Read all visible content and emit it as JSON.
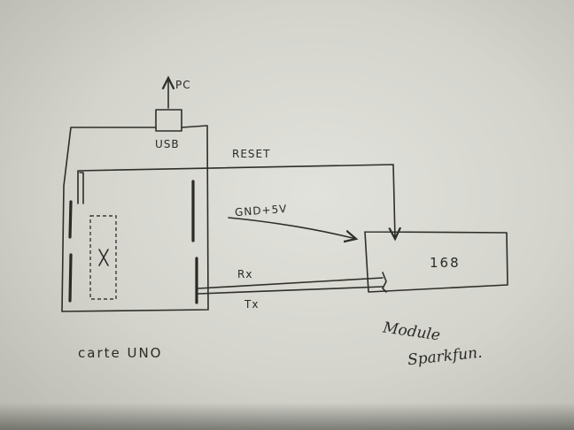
{
  "diagram": {
    "labels": {
      "pc": "PC",
      "usb": "USB",
      "reset": "RESET",
      "power": "GND+5V",
      "rx": "Rx",
      "tx": "Tx",
      "chip": "168",
      "board": "carte UNO",
      "module_line1": "Module",
      "module_line2": "Sparkfun."
    }
  }
}
